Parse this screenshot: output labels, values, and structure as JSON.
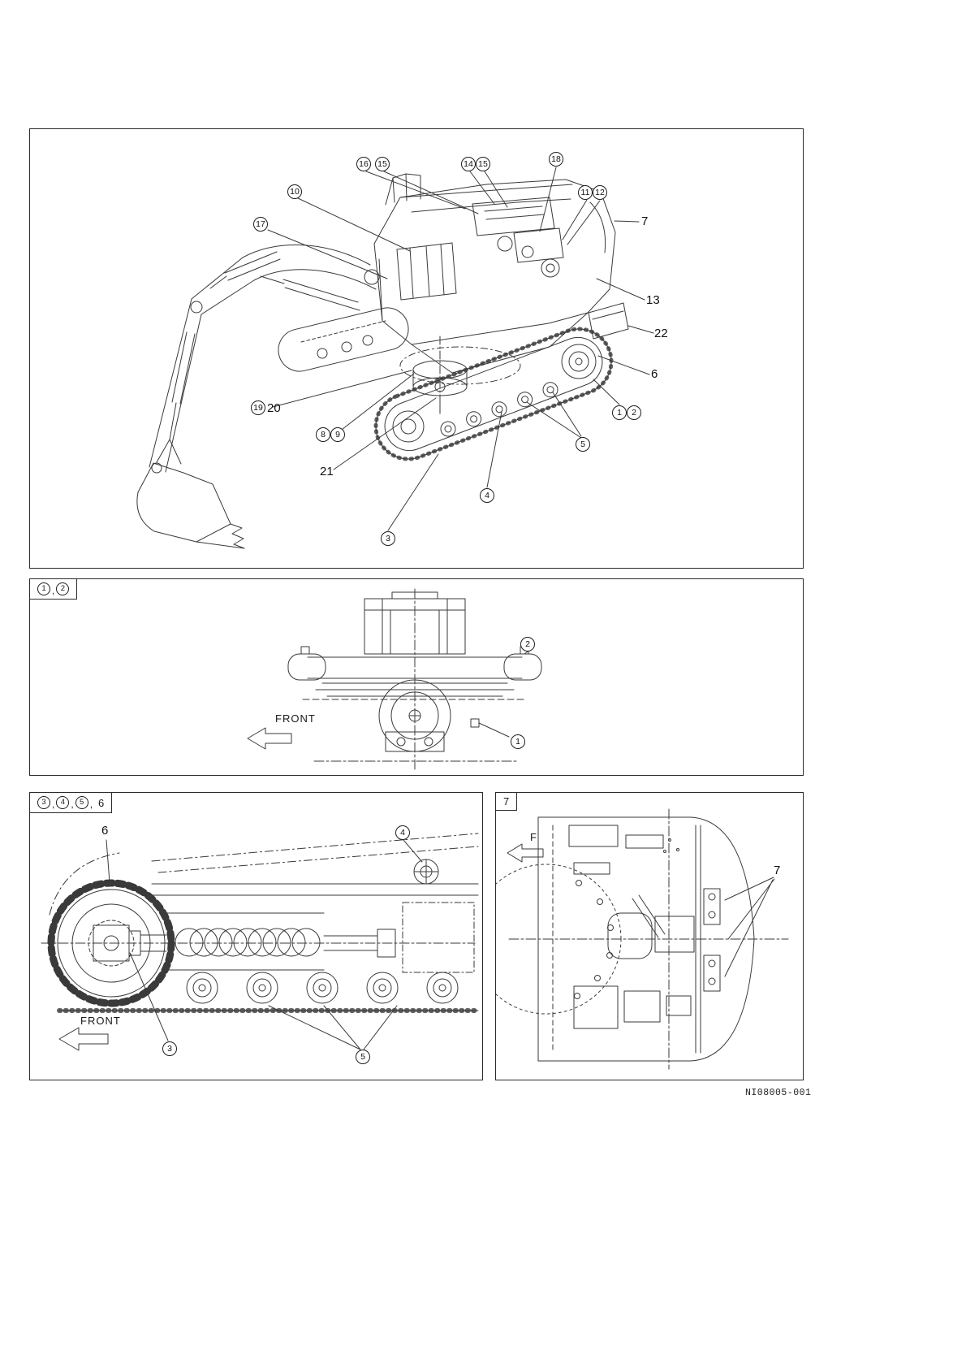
{
  "doc_number": "NI08005-001",
  "separator": ",",
  "main_panel": {
    "callouts": [
      {
        "label": "16",
        "circled": true
      },
      {
        "label": "15",
        "circled": true
      },
      {
        "label": "14",
        "circled": true
      },
      {
        "label": "15",
        "circled": true
      },
      {
        "label": "18",
        "circled": true
      },
      {
        "label": "10",
        "circled": true
      },
      {
        "label": "11",
        "circled": true
      },
      {
        "label": "12",
        "circled": true
      },
      {
        "label": "7",
        "circled": false
      },
      {
        "label": "17",
        "circled": true
      },
      {
        "label": "13",
        "circled": false
      },
      {
        "label": "22",
        "circled": false
      },
      {
        "label": "6",
        "circled": false
      },
      {
        "label": "1",
        "circled": true
      },
      {
        "label": "2",
        "circled": true
      },
      {
        "label": "19",
        "circled": true
      },
      {
        "label": "20",
        "circled": false
      },
      {
        "label": "8",
        "circled": true
      },
      {
        "label": "9",
        "circled": true
      },
      {
        "label": "5",
        "circled": true
      },
      {
        "label": "21",
        "circled": false
      },
      {
        "label": "4",
        "circled": true
      },
      {
        "label": "3",
        "circled": true
      }
    ]
  },
  "travel_motor_panel": {
    "title": {
      "item1": "1",
      "item2": "2"
    },
    "front_label": "FRONT",
    "callout_2": "2",
    "callout_1": "1"
  },
  "undercarriage_panel": {
    "title": {
      "item1": "3",
      "item2": "4",
      "item3": "5",
      "item4": "6"
    },
    "front_label": "FRONT",
    "callout_6": "6",
    "callout_4": "4",
    "callout_3": "3",
    "callout_5": "5"
  },
  "carbody_panel": {
    "title": "7",
    "front_label": "F",
    "callout_7": "7"
  }
}
